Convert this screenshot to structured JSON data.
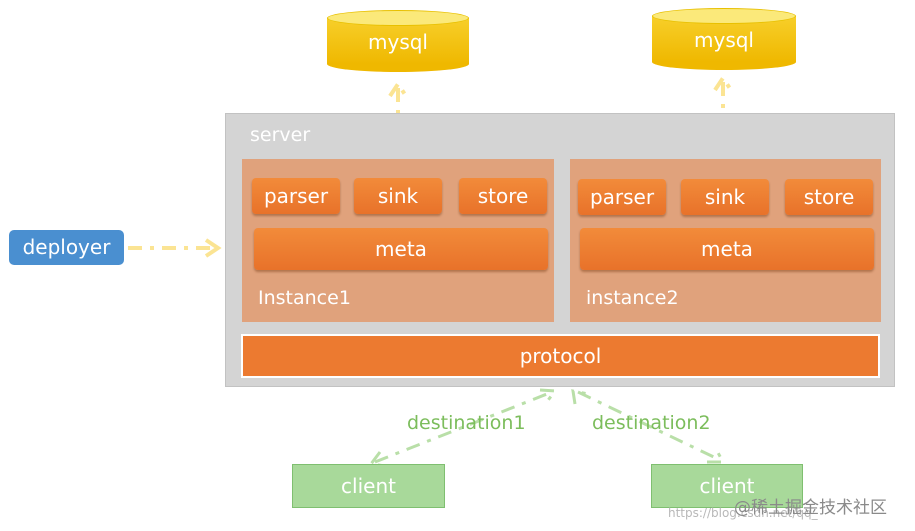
{
  "databases": [
    {
      "label": "mysql"
    },
    {
      "label": "mysql"
    }
  ],
  "server": {
    "label": "server"
  },
  "instances": [
    {
      "label": "Instance1",
      "components": [
        "parser",
        "sink",
        "store"
      ],
      "meta": "meta"
    },
    {
      "label": "instance2",
      "components": [
        "parser",
        "sink",
        "store"
      ],
      "meta": "meta"
    }
  ],
  "protocol": "protocol",
  "deployer": "deployer",
  "destinations": [
    "destination1",
    "destination2"
  ],
  "clients": [
    "client",
    "client"
  ],
  "watermark": "@稀土掘金技术社区",
  "watermark_url": "https://blog.csdn.net/qq_"
}
